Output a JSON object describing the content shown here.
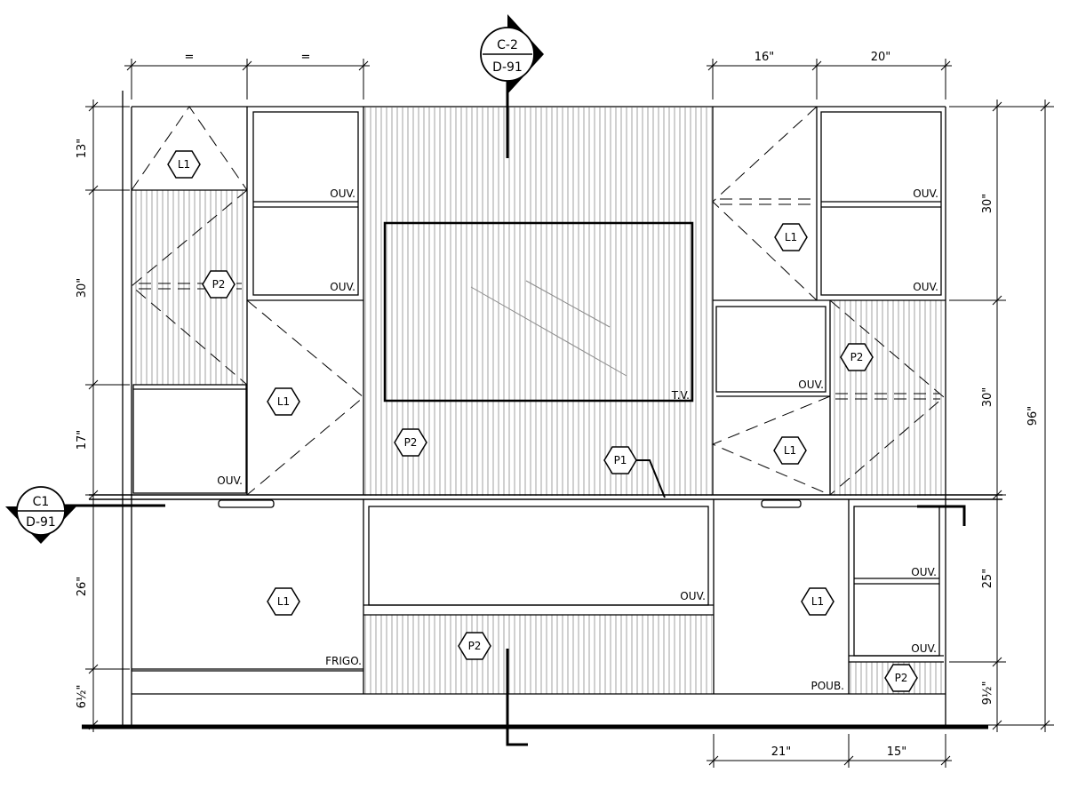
{
  "section_markers": {
    "top": {
      "ref": "C-2",
      "sheet": "D-91"
    },
    "left": {
      "ref": "C1",
      "sheet": "D-91"
    }
  },
  "dimensions": {
    "top_left_a": "=",
    "top_left_b": "=",
    "top_right_a": "16\"",
    "top_right_b": "20\"",
    "left_13": "13\"",
    "left_30": "30\"",
    "left_17": "17\"",
    "left_26": "26\"",
    "left_base": "6½\"",
    "right_30a": "30\"",
    "right_30b": "30\"",
    "right_25": "25\"",
    "right_base": "9½\"",
    "overall": "96\"",
    "bottom_21": "21\"",
    "bottom_15": "15\""
  },
  "labels": {
    "ouv": "OUV.",
    "tv": "T.V.",
    "frigo": "FRIGO.",
    "poub": "POUB."
  },
  "material_tags": {
    "l1": "L1",
    "p1": "P1",
    "p2": "P2"
  },
  "colors": {
    "line": "#000000",
    "hatch": "#8a8a8a",
    "paper": "#ffffff"
  }
}
